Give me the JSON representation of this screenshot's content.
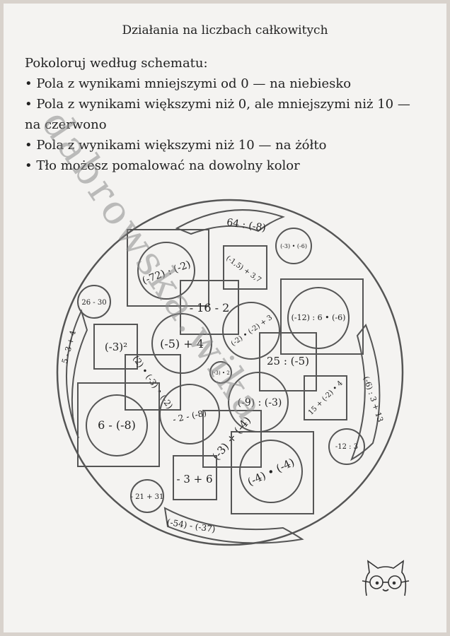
{
  "title": "Działania na liczbach całkowitych",
  "instructions": {
    "intro": "Pokoloruj według schematu:",
    "rules": [
      "• Pola z wynikami mniejszymi od 0 — na niebiesko",
      "• Pola z wynikami większymi niż 0, ale mniejszymi niż 10 — na czerwono",
      "• Pola z wynikami większymi niż 10 — na żółto",
      "• Tło możesz pomalować na dowolny kolor"
    ]
  },
  "expressions": {
    "e_64": "64 : (-8)",
    "e_3x6": "(-3) • (-6)",
    "e_72": "(-72) : (-2)",
    "e_15": "(-1,5) + 3,7",
    "e_2630": "26 - 30",
    "e_16": "- 16 - 2",
    "e_223": "(-2) • (-2) + 3",
    "e_126": "(-12) : 6 • (-6)",
    "e_534": "5 - 3 + 4",
    "e_sq": "(-3)²",
    "e_54": "(-5) + 4",
    "e_255": "25 : (-5)",
    "e_2x3x2": "(2) • (-3) • (-2)",
    "e_3sq": "(-3) • 2",
    "e_93": "(-9) : (-3)",
    "e_1524": "15 + (-2) • 4",
    "e_6313": "(-6) : 3 + 13",
    "e_68": "6 - (-8)",
    "e_28": "- 2 - (-8)",
    "e_34": "(-3) + (-4)",
    "e_123": "-12 : 3",
    "e_36": "- 3 + 6",
    "e_4x4": "(-4) • (-4)",
    "e_2131": "- 21 + 31",
    "e_5437": "(-54) - (-37)"
  },
  "watermark": "dabrowska.wika"
}
